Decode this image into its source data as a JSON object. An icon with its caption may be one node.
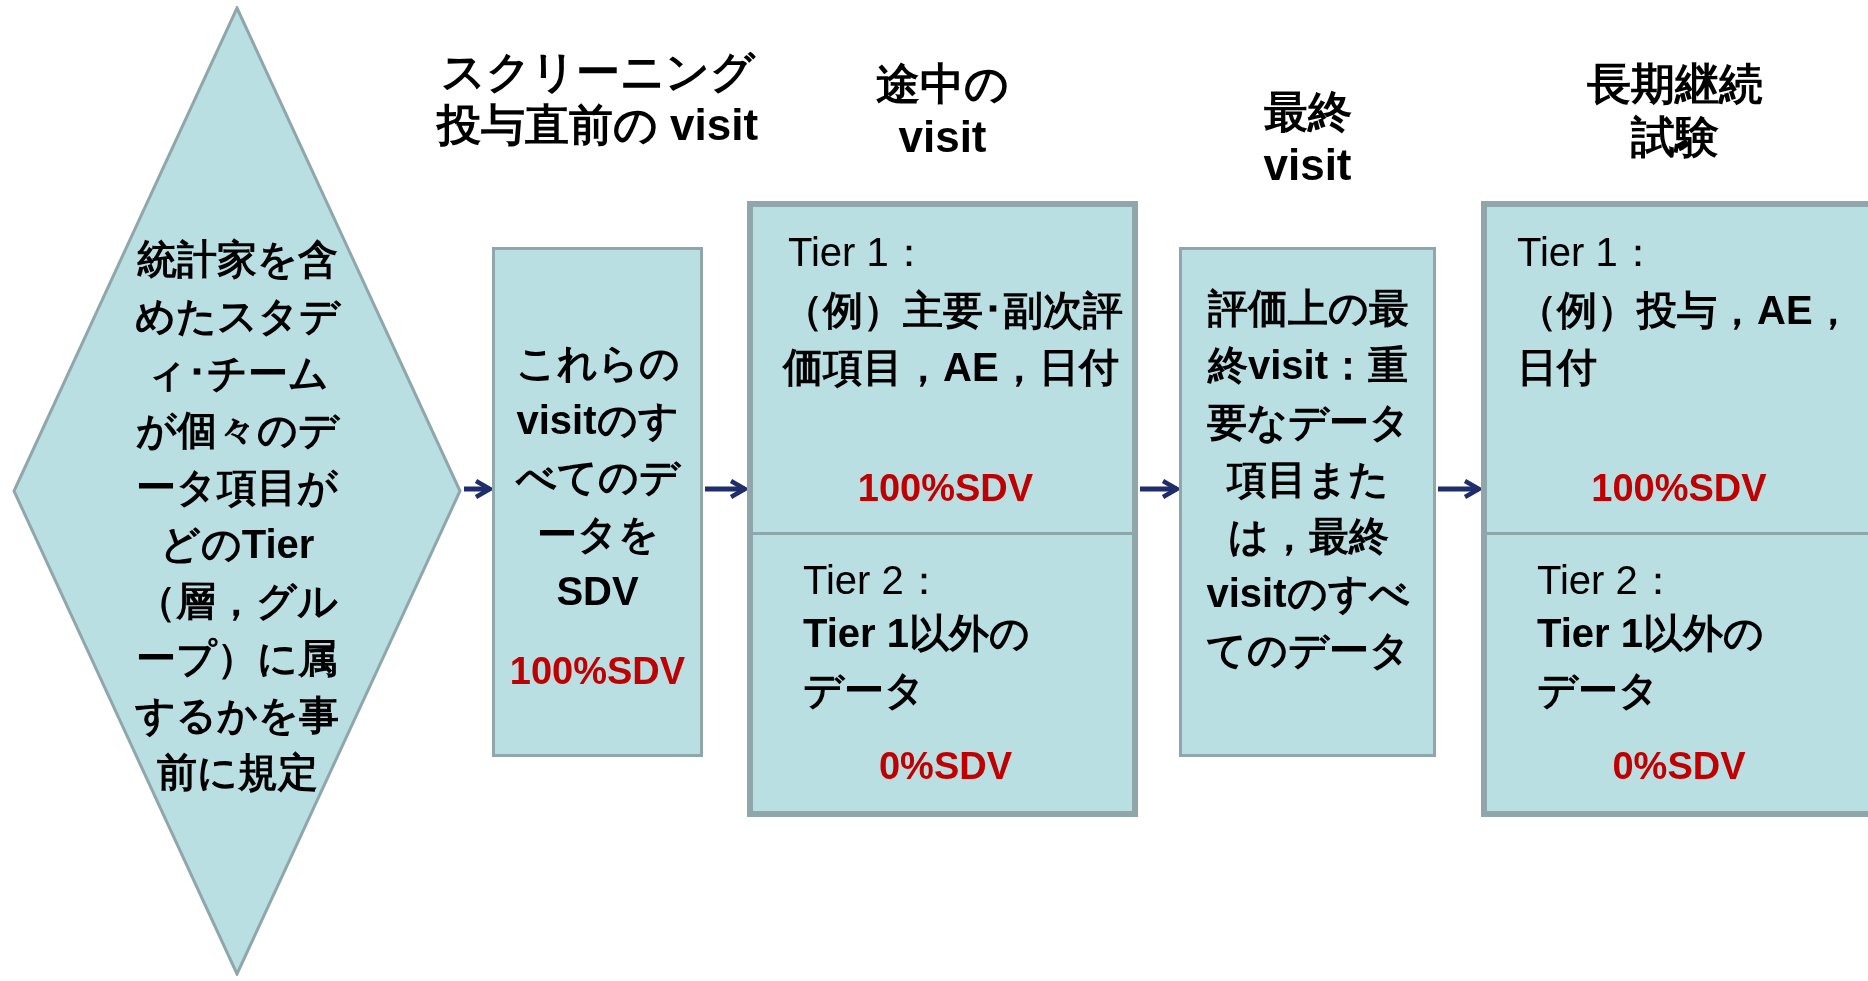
{
  "diagram": {
    "nodes": [
      {
        "text": [
          "統計家を含めたスタディ･チームが個々のデータ項目がどのTier（層，グループ）に属するかを事前に規定"
        ]
      },
      {
        "text": [
          "スクリーニング投与直前の visit",
          "これらのvisitのすべてのデータをSDV",
          "100%SDV"
        ]
      },
      {
        "text": [
          "途中の visit"
        ]
      },
      {
        "text": [
          "Tier 1：",
          "（例）主要･副次評価項目，AE，日付",
          "100%SDV"
        ],
        "in": 2
      },
      {
        "text": [
          "Tier 2：",
          "Tier 1以外のデータ",
          "0%SDV"
        ],
        "in": 2
      },
      {
        "text": [
          "最終 visit",
          "評価上の最終visit：重要なデータ項目または，最終visitのすべてのデータ"
        ]
      },
      {
        "text": [
          "長期継続試験"
        ]
      },
      {
        "text": [
          "Tier 1：",
          "（例）投与，AE，日付",
          "100%SDV"
        ],
        "in": 6
      },
      {
        "text": [
          "Tier 2：",
          "Tier 1以外のデータ",
          "0%SDV"
        ],
        "in": 6
      }
    ],
    "edges": [
      {
        "from": 0,
        "to": 1,
        "arrow": "to"
      },
      {
        "from": 1,
        "to": 2,
        "arrow": "to"
      },
      {
        "from": 2,
        "to": 5,
        "arrow": "to"
      },
      {
        "from": 5,
        "to": 6,
        "arrow": "to"
      }
    ]
  }
}
